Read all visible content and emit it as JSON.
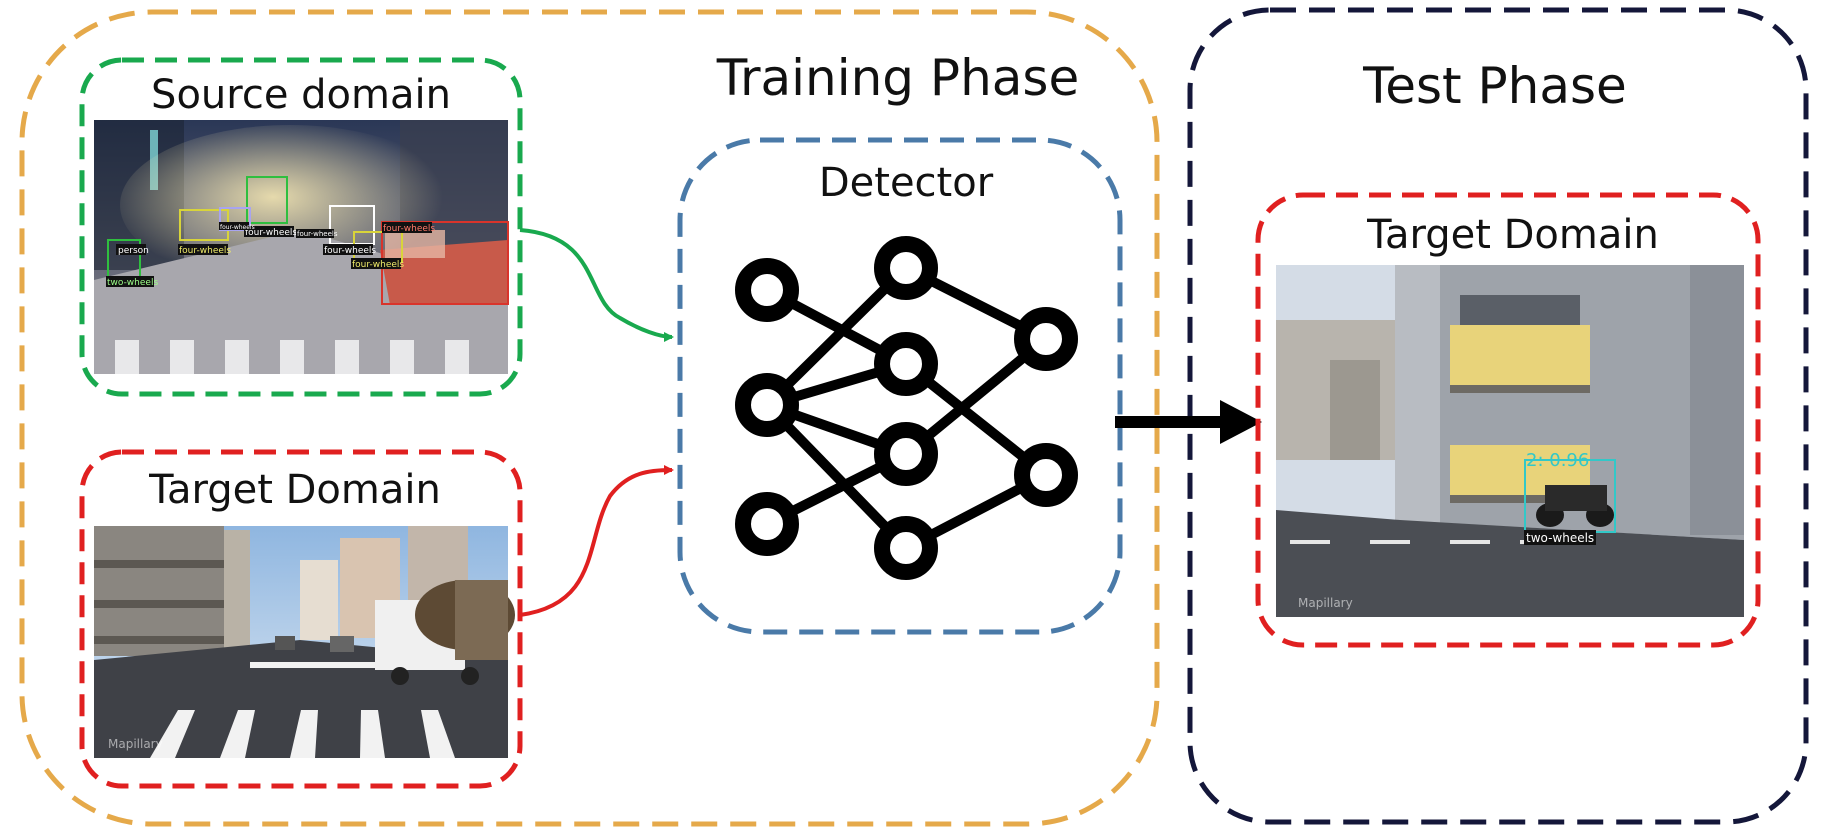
{
  "training_phase": {
    "title": "Training Phase",
    "border_color": "#e5a94a"
  },
  "test_phase": {
    "title": "Test Phase",
    "border_color": "#14173a"
  },
  "source_domain": {
    "title": "Source domain",
    "border_color": "#19a94e",
    "detections": [
      {
        "label": "person",
        "color": "#2fbf3f"
      },
      {
        "label": "two-wheels",
        "color": "#2fbf3f"
      },
      {
        "label": "four-wheels",
        "color": "#d8d43a"
      },
      {
        "label": "four-wheels",
        "color": "#ffffff"
      },
      {
        "label": "four-wheels",
        "color": "#2fbf3f"
      },
      {
        "label": "four-wheels",
        "color": "#ffffff"
      },
      {
        "label": "four-wheels",
        "color": "#d8d43a"
      },
      {
        "label": "four-wheels",
        "color": "#d9342b"
      },
      {
        "label": "four-wheels",
        "color": "#a8a4f0"
      }
    ]
  },
  "target_domain_train": {
    "title": "Target Domain",
    "border_color": "#e02020",
    "watermark": "Mapillary"
  },
  "detector": {
    "title": "Detector",
    "border_color": "#4a7aa8"
  },
  "target_domain_test": {
    "title": "Target Domain",
    "border_color": "#e02020",
    "watermark": "Mapillary",
    "detection": {
      "label": "two-wheels",
      "score": "2: 0.96",
      "color": "#32c8c8"
    }
  },
  "arrows": {
    "source_color": "#19a94e",
    "target_color": "#e02020",
    "phase_color": "#000000"
  }
}
